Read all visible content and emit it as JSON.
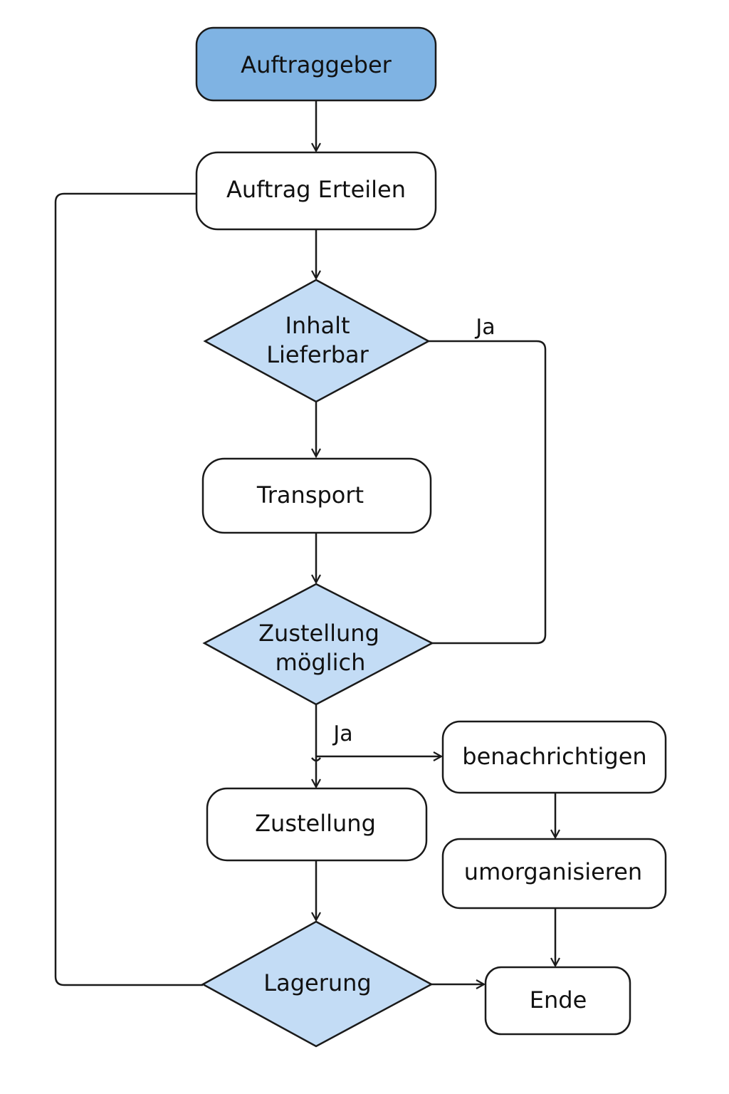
{
  "colors": {
    "start_fill": "#7fb3e3",
    "process_fill": "#ffffff",
    "decision_fill": "#c3dcf5",
    "stroke": "#1a1a1a"
  },
  "nodes": {
    "auftraggeber": "Auftraggeber",
    "auftrag_erteilen": "Auftrag Erteilen",
    "inhalt_lieferbar": [
      "Inhalt",
      "Lieferbar"
    ],
    "transport": "Transport",
    "zustellung_moeglich": [
      "Zustellung",
      "möglich"
    ],
    "benachrichtigen": "benachrichtigen",
    "zustellung": "Zustellung",
    "umorganisieren": "umorganisieren",
    "lagerung": "Lagerung",
    "ende": "Ende"
  },
  "edges": {
    "inhalt_ja": "Ja",
    "zustellung_ja": "Ja"
  }
}
